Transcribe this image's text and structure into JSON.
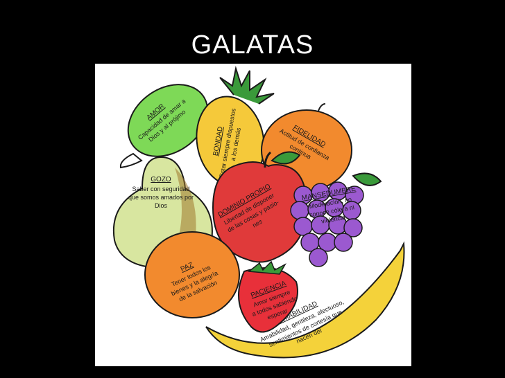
{
  "slide": {
    "title": "GALATAS"
  },
  "fruits": {
    "amor": {
      "name": "AMOR",
      "l1": "Capacidad de amar a",
      "l2": "Dios y al prójimo"
    },
    "bondad": {
      "name": "BONDAD",
      "l1": "Estar siempre dispuestos",
      "l2": "a los demás"
    },
    "fidelidad": {
      "name": "FIDELIDAD",
      "l1": "Actitud de confianza",
      "l2": "continua"
    },
    "gozo": {
      "name": "GOZO",
      "l1": "Saber con seguridad",
      "l2": "que somos amados por",
      "l3": "Dios"
    },
    "dominio": {
      "name": "DOMINIO PROPIO",
      "l1": "Libertad de disponer",
      "l2": "de las cosas y pasio-",
      "l3": "nes"
    },
    "mansedumbre": {
      "name": "MANSEDUMBRE",
      "l1": "Moderación, no",
      "l2": "conoce cólera ni",
      "l3": "violencia"
    },
    "paz": {
      "name": "PAZ",
      "l1": "Tener todos los",
      "l2": "bienes y la alegría",
      "l3": "de la salvación"
    },
    "paciencia": {
      "name": "PACIENCIA",
      "l1": "Amor siempre",
      "l2": "a todos sabiendo",
      "l3": "esperar"
    },
    "amabilidad": {
      "name": "AMABILIDAD",
      "l1": "Amabilidad, gentileza, afectuoso,",
      "l2": "sentimientos de cortesía que",
      "l3": "nacen del"
    }
  },
  "colors": {
    "background": "#000000",
    "title_text": "#ffffff",
    "lime": "#7ed957",
    "pineapple": "#f5c93a",
    "orange": "#f28a2e",
    "pear": "#d8e6a0",
    "apple": "#e03a3a",
    "grapes": "#9b59d0",
    "strawberry": "#e8303a",
    "banana": "#f4d23a",
    "leaf": "#3a9a3a"
  }
}
